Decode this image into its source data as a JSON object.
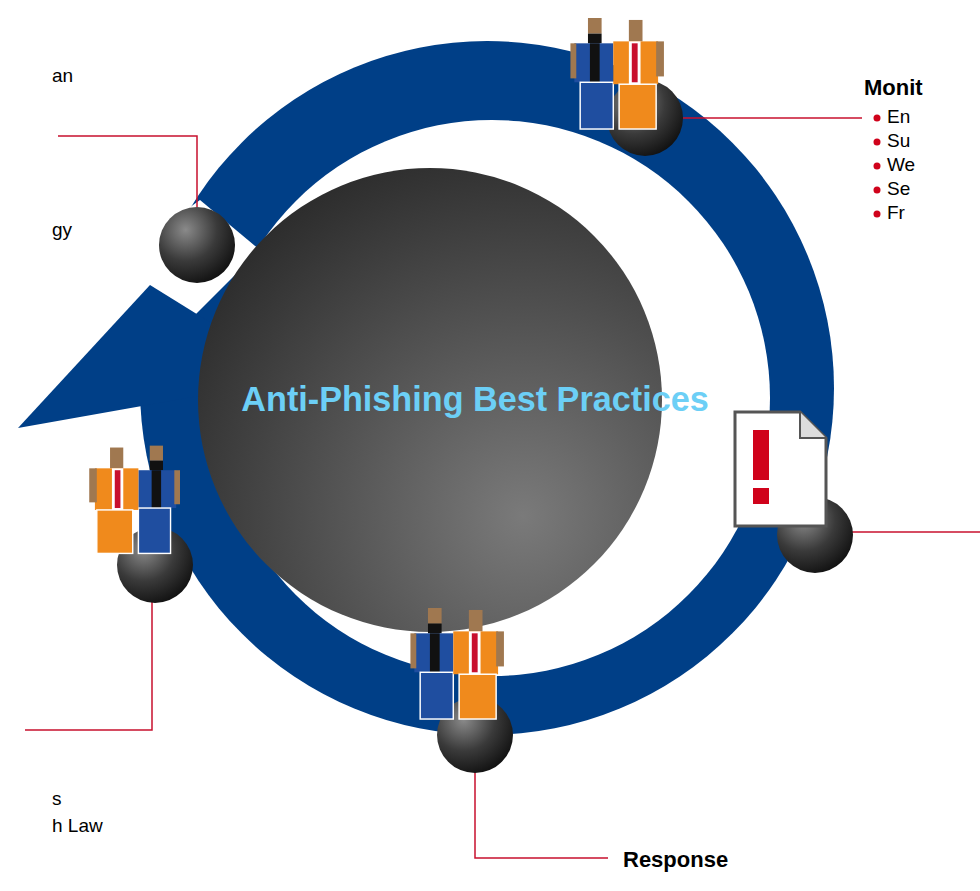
{
  "diagram": {
    "nodes": [
      {
        "text": [
          "Anti-Phishing Best Practices"
        ]
      }
    ],
    "labels": [
      "an",
      "gy",
      "Monit",
      "En",
      "Su",
      "We",
      "Se",
      "Fr",
      "s",
      "h Law",
      "Response"
    ]
  }
}
